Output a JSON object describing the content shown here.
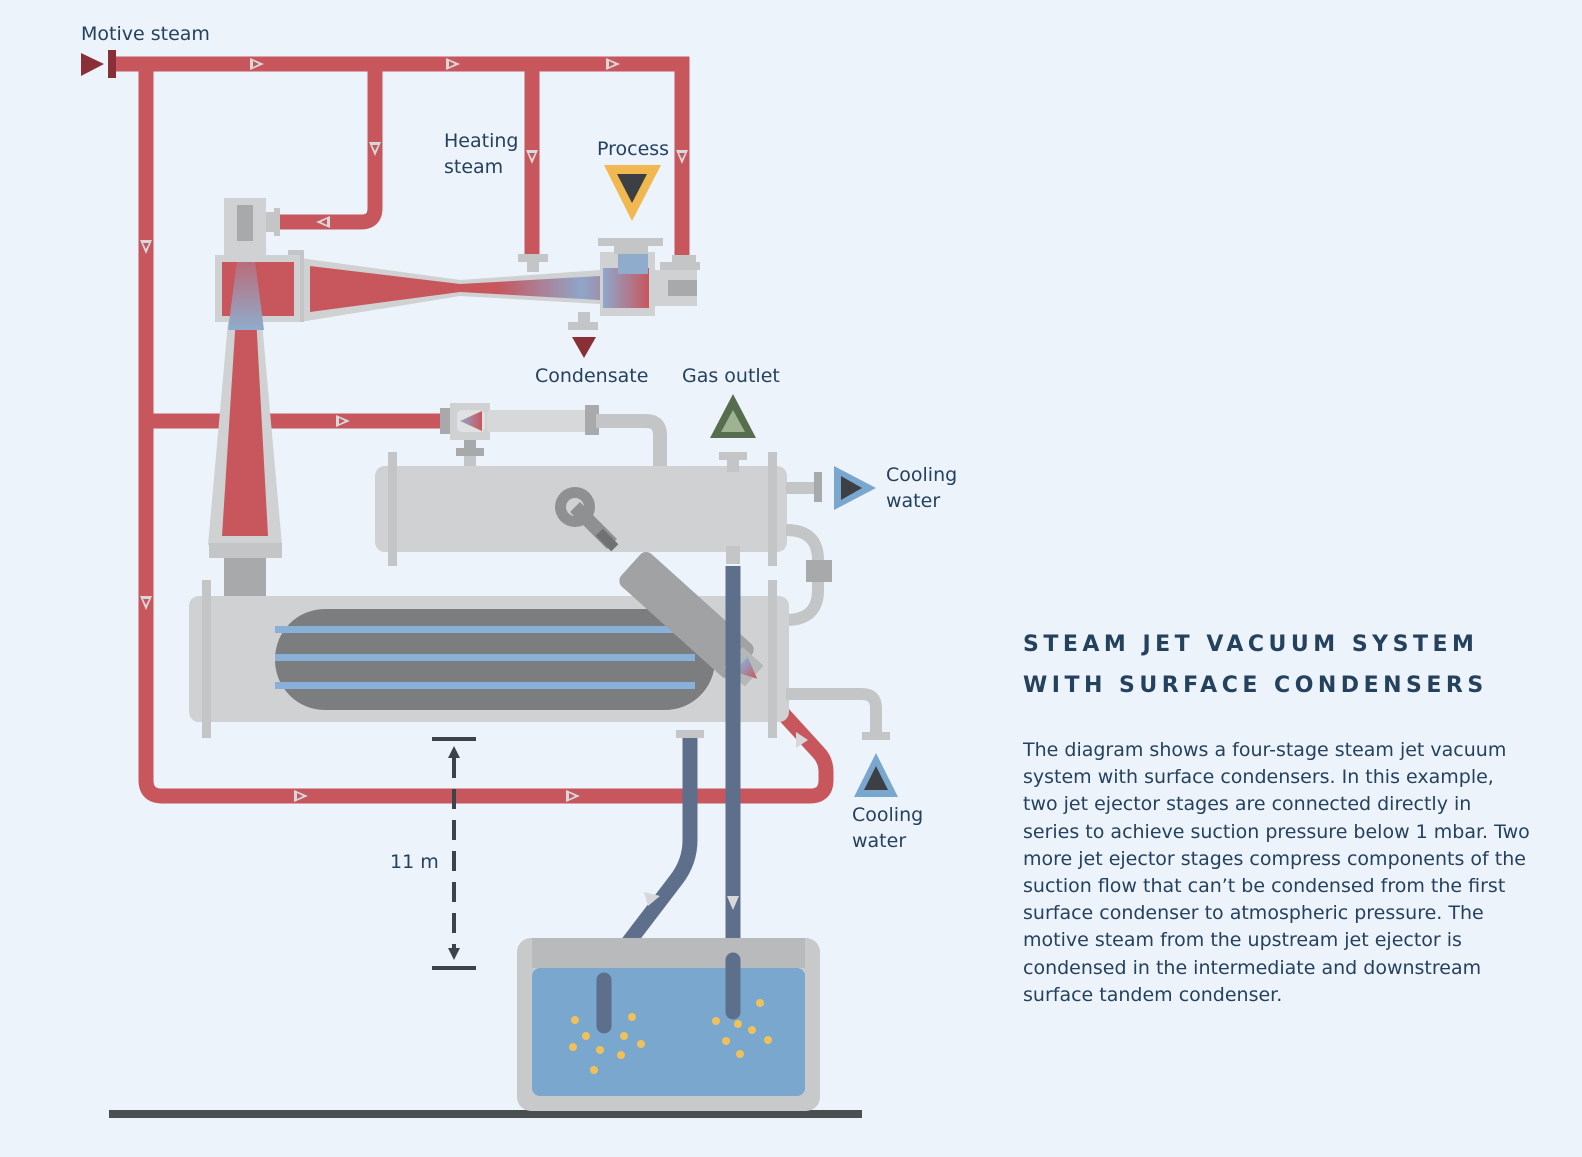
{
  "labels": {
    "motive_steam": "Motive steam",
    "heating_steam": "Heating\nsteam",
    "process": "Process",
    "condensate": "Condensate",
    "gas_outlet": "Gas outlet",
    "cooling_water_top": "Cooling\nwater",
    "cooling_water_bottom": "Cooling\nwater",
    "height": "11 m"
  },
  "title": {
    "line1": "STEAM JET VACUUM SYSTEM",
    "line2": "WITH SURFACE CONDENSERS"
  },
  "description": "The diagram shows a four-stage steam jet vacuum system with surface condensers. In this example, two jet ejector stages are connected directly in series to achieve suction pressure below 1 mbar. Two more jet ejector stages compress components of the suction flow that can’t be condensed from the first surface con­denser to atmospheric pressure. The motive steam from the upstream jet ejector is condensed in the intermedi­ate and downstream surface tandem condenser.",
  "colors": {
    "steam": "#c8565d",
    "water": "#79a7cd",
    "drain": "#5e6f8c",
    "equipment": "#cfd1d2",
    "text": "#24415e",
    "process_marker": "#f0b84e",
    "gas_marker": "#566e4d"
  }
}
